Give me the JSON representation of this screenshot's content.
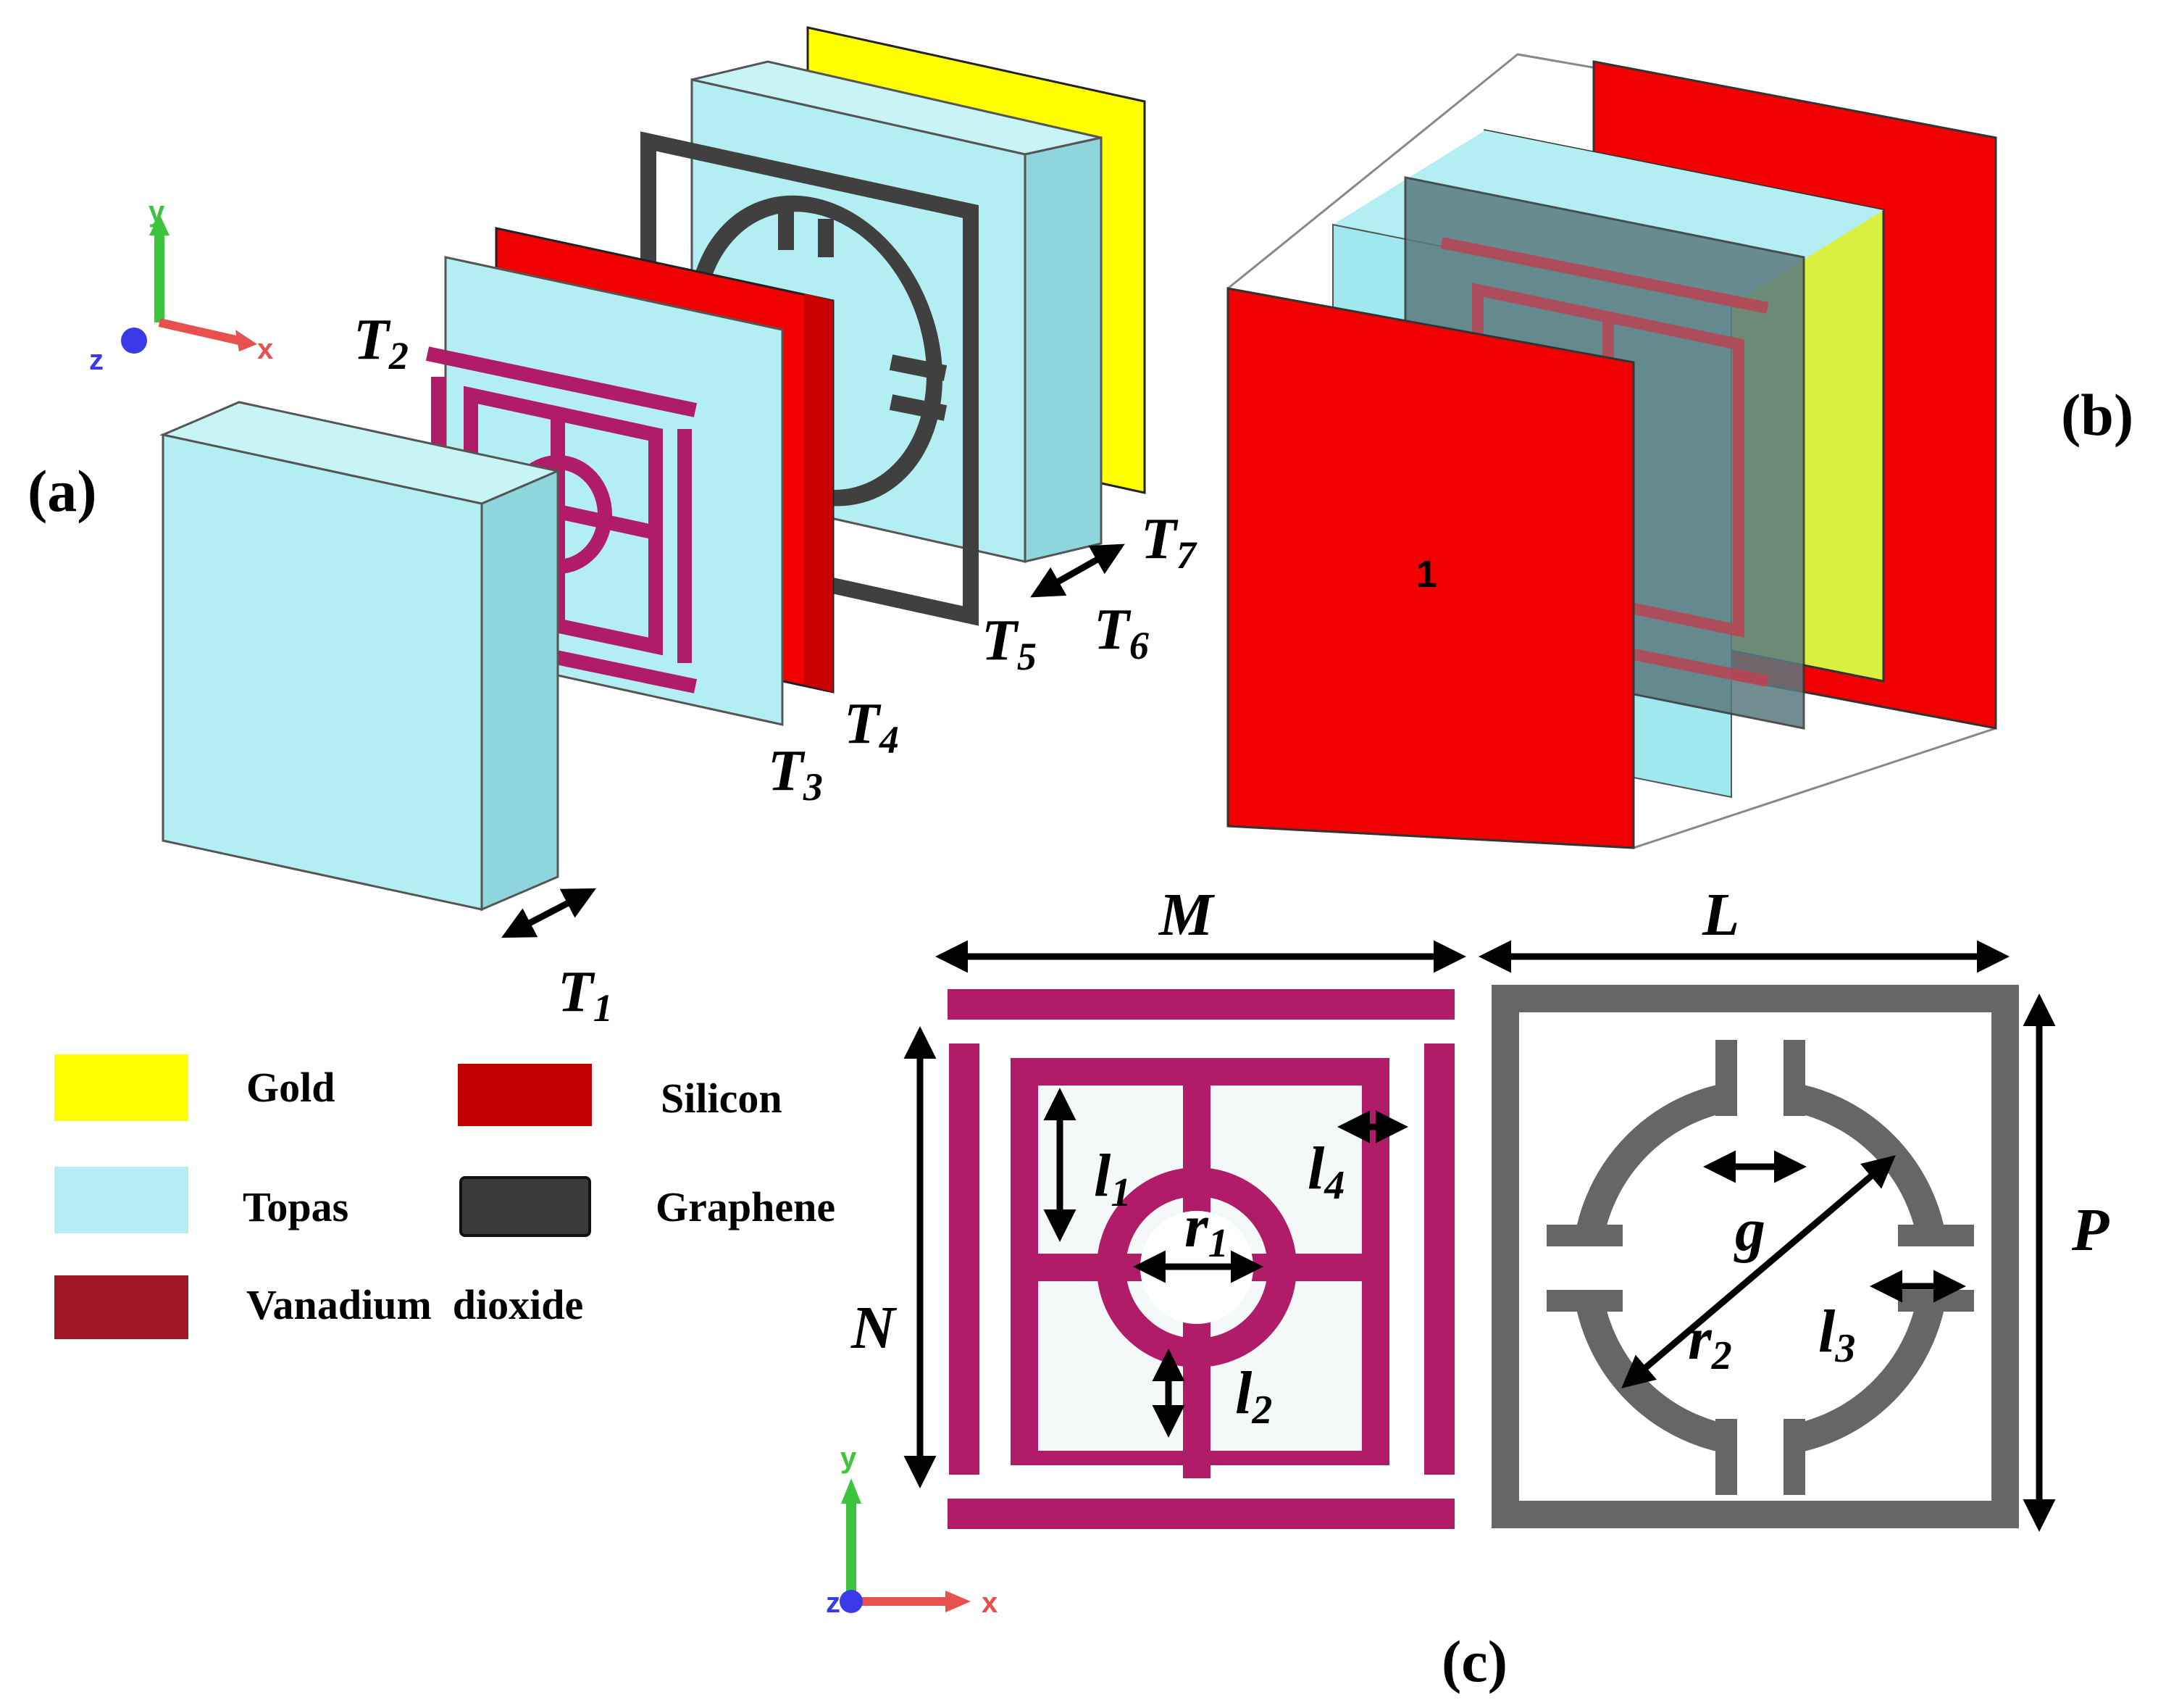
{
  "panels": {
    "a": "(a)",
    "b": "(b)",
    "c": "(c)"
  },
  "thickness_labels": [
    {
      "id": "t1",
      "base": "T",
      "sub": "1"
    },
    {
      "id": "t2",
      "base": "T",
      "sub": "2"
    },
    {
      "id": "t3",
      "base": "T",
      "sub": "3"
    },
    {
      "id": "t4",
      "base": "T",
      "sub": "4"
    },
    {
      "id": "t5",
      "base": "T",
      "sub": "5"
    },
    {
      "id": "t6",
      "base": "T",
      "sub": "6"
    },
    {
      "id": "t7",
      "base": "T",
      "sub": "7"
    }
  ],
  "port_label": "1",
  "axes": {
    "x": "x",
    "y": "y",
    "z": "z"
  },
  "legend": [
    {
      "label": "Gold",
      "color": "#ffff00"
    },
    {
      "label": "Silicon",
      "color": "#c00000"
    },
    {
      "label": "Topas",
      "color": "#b3eef2"
    },
    {
      "label": "Graphene",
      "color": "#3a3a3a"
    },
    {
      "label": "Vanadium  dioxide",
      "color": "#a01828"
    }
  ],
  "dimensions": {
    "M": "M",
    "L": "L",
    "N": "N",
    "P": "P",
    "g": "g",
    "l1": {
      "base": "l",
      "sub": "1"
    },
    "l2": {
      "base": "l",
      "sub": "2"
    },
    "l3": {
      "base": "l",
      "sub": "3"
    },
    "l4": {
      "base": "l",
      "sub": "4"
    },
    "r1": {
      "base": "r",
      "sub": "1"
    },
    "r2": {
      "base": "r",
      "sub": "2"
    }
  },
  "colors": {
    "topas": "#b3eef2",
    "topas_side": "#8fd6dc",
    "silicon": "#f00000",
    "silicon_dark": "#c80000",
    "gold": "#ffff00",
    "gold_green": "#d8f040",
    "vo2": "#b01c68",
    "graphene": "#404040",
    "graphene_light": "#666666"
  }
}
